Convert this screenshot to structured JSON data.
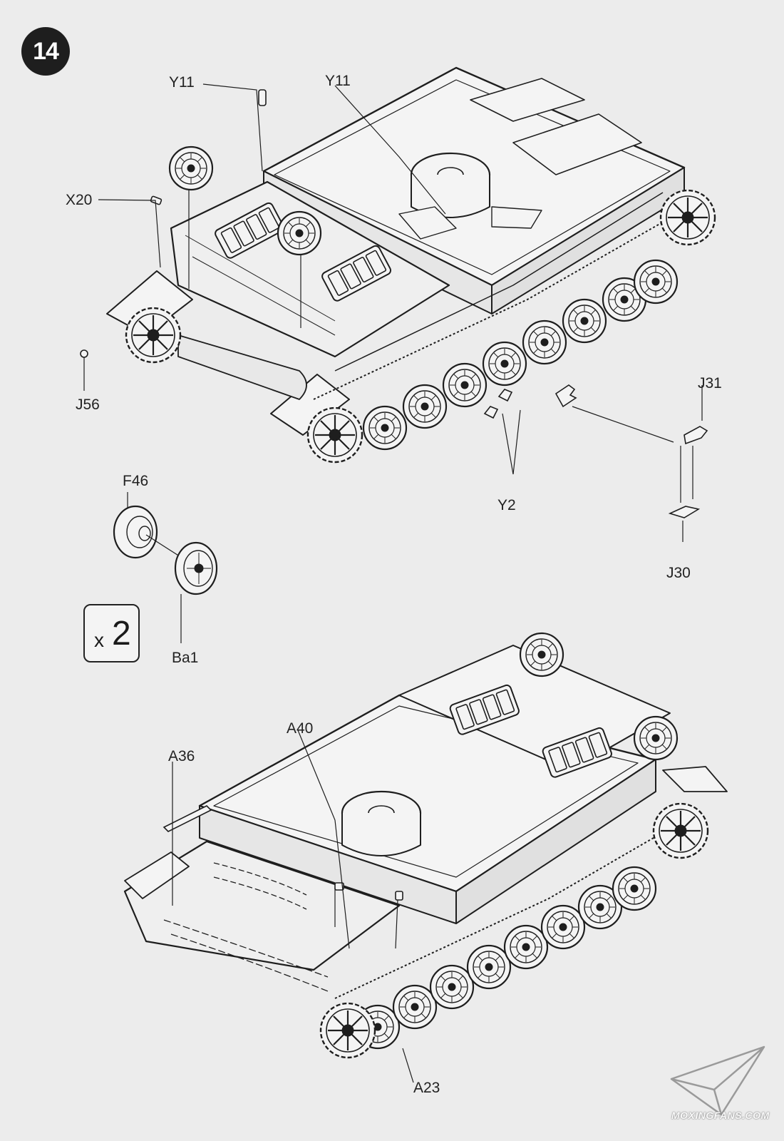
{
  "step": {
    "number": "14"
  },
  "quantity": {
    "prefix": "x",
    "count": "2"
  },
  "labels": {
    "y11_left": "Y11",
    "y11_right": "Y11",
    "x20": "X20",
    "j56": "J56",
    "j31": "J31",
    "j30": "J30",
    "y2": "Y2",
    "f46": "F46",
    "ba1": "Ba1",
    "a40": "A40",
    "a36": "A36",
    "a23": "A23"
  },
  "watermark": {
    "text": "MOXINGFANS.COM"
  },
  "style": {
    "ink": "#1e1e1e",
    "paper": "#ececec"
  }
}
